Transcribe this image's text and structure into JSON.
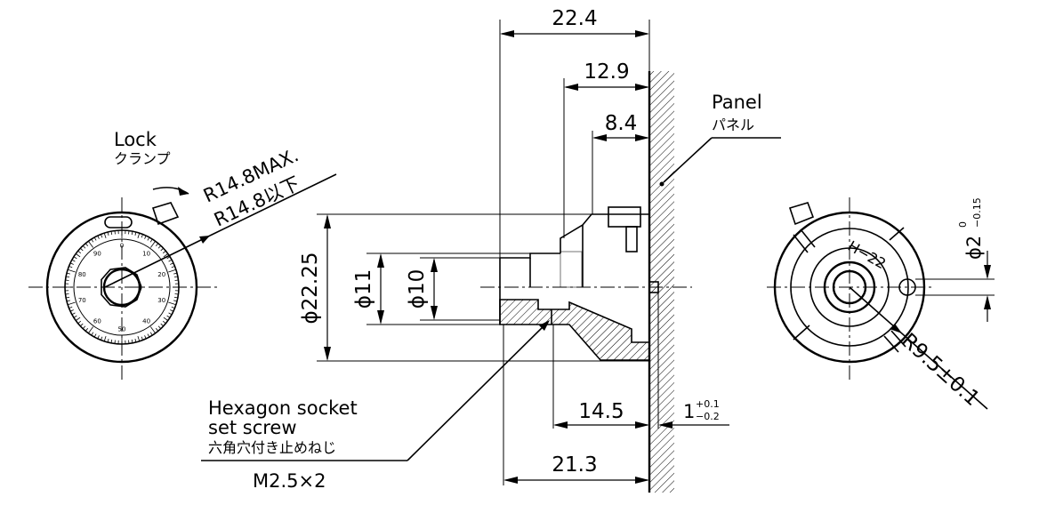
{
  "drawing": {
    "labels": {
      "lock_en": "Lock",
      "lock_jp": "クランプ",
      "radius_en": "R14.8MAX.",
      "radius_jp": "R14.8以下",
      "panel_en": "Panel",
      "panel_jp": "パネル",
      "screw_en_line1": "Hexagon socket",
      "screw_en_line2": "set screw",
      "screw_jp": "六角穴付き止めねじ",
      "screw_size": "M2.5×2",
      "plate_mark": "H−22"
    },
    "dimensions": {
      "overall_length": "22.4",
      "length_12_9": "12.9",
      "length_8_4": "8.4",
      "diameter_22_25": "ϕ22.25",
      "diameter_11": "ϕ11",
      "diameter_10": "ϕ10",
      "length_14_5": "14.5",
      "length_21_3": "21.3",
      "gap_base": "1",
      "gap_tol_upper": "+0.1",
      "gap_tol_lower": "−0.2",
      "pin_base": "ϕ2",
      "pin_tol_upper": "0",
      "pin_tol_lower": "−0.15",
      "pin_radius": "R9.5±0.1"
    },
    "dial_scale": [
      "0",
      "10",
      "20",
      "30",
      "40",
      "50",
      "60",
      "70",
      "80",
      "90"
    ]
  }
}
